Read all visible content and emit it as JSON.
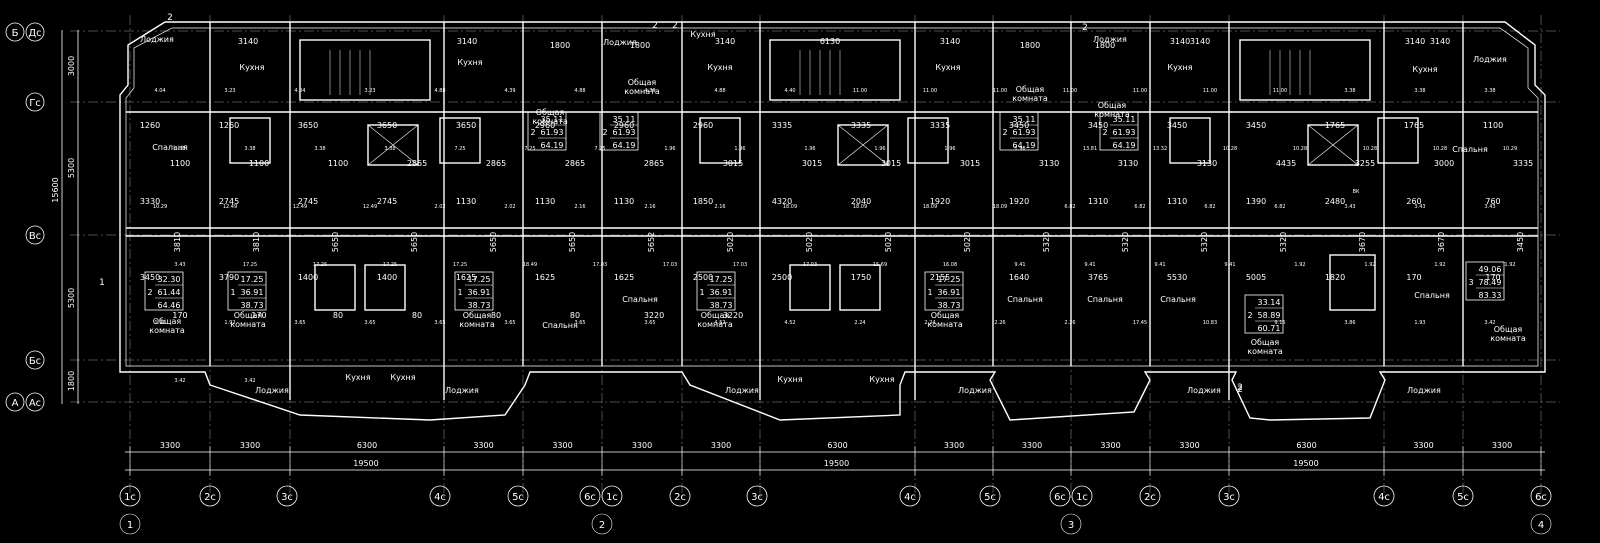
{
  "labels": {
    "loggia": "Лоджия",
    "kitchen": "Кухня",
    "bedroom": "Спальня",
    "common_room_1": "Общая",
    "common_room_2": "комната"
  },
  "axes_rows": {
    "top_pair": [
      "Б",
      "Дс"
    ],
    "row_g": "Гс",
    "row_v": "Вс",
    "row_b": "Бс",
    "bottom_pair": [
      "А",
      "Ас"
    ]
  },
  "axes_cols": {
    "marks": [
      "1с",
      "2с",
      "3с",
      "4с",
      "5с",
      "6с",
      "1с",
      "2с",
      "3с",
      "4с",
      "5с",
      "6с",
      "1с",
      "2с",
      "3с",
      "4с",
      "5с",
      "6с"
    ],
    "circles": [
      "1",
      "2",
      "3",
      "4"
    ]
  },
  "dims_left": {
    "segments": [
      "3000",
      "5300",
      "5300",
      "1800"
    ],
    "total": "15600"
  },
  "dims_bottom": {
    "segments": [
      "3300",
      "3300",
      "6300",
      "3300",
      "3300",
      "3300",
      "3300",
      "6300",
      "3300",
      "3300",
      "3300",
      "3300",
      "6300",
      "3300",
      "3300"
    ],
    "totals": [
      "19500",
      "19500",
      "19500"
    ]
  },
  "dims_plan": {
    "top": [
      "3140",
      "3140",
      "3140",
      "3140",
      "3140",
      "3140",
      "3140",
      "3140",
      "1800",
      "1800",
      "1800",
      "1800",
      "6130"
    ],
    "inner": [
      "1260",
      "1260",
      "3650",
      "3650",
      "3650",
      "2960",
      "2960",
      "2960",
      "3335",
      "3335",
      "3335",
      "3450",
      "3450",
      "3450",
      "3450",
      "1765",
      "1765",
      "1100",
      "1100",
      "1100",
      "1100",
      "2865",
      "2865",
      "2865",
      "2865",
      "3015",
      "3015",
      "3015",
      "3015",
      "3130",
      "3130",
      "3130",
      "4435",
      "3255",
      "3000",
      "3335",
      "3330",
      "2745",
      "2745",
      "2745",
      "1130",
      "1130",
      "1130",
      "1850",
      "4320",
      "2040",
      "1920",
      "1920",
      "1310",
      "1310",
      "1390",
      "2480",
      "260",
      "760",
      "3810",
      "3810",
      "5650",
      "5650",
      "5650",
      "5650",
      "5652",
      "5020",
      "5020",
      "5020",
      "5020",
      "5320",
      "5320",
      "5320",
      "5320",
      "3670",
      "3670",
      "3450",
      "3450",
      "3790",
      "1400",
      "1400",
      "1625",
      "1625",
      "1625",
      "2500",
      "2500",
      "1750",
      "2155",
      "1640",
      "3765",
      "5530",
      "5005",
      "1820",
      "170",
      "170",
      "170",
      "170",
      "80",
      "80",
      "80",
      "80",
      "3220",
      "3220"
    ],
    "markers": [
      "2",
      "2",
      "2",
      "2",
      "2",
      "1",
      "2"
    ]
  },
  "apartments": [
    {
      "rooms": "2",
      "a": "32.30",
      "b": "61.44",
      "c": "64.46"
    },
    {
      "rooms": "1",
      "a": "17.25",
      "b": "36.91",
      "c": "38.73"
    },
    {
      "rooms": "1",
      "a": "17.25",
      "b": "36.91",
      "c": "38.73"
    },
    {
      "rooms": "2",
      "a": "35.11",
      "b": "61.93",
      "c": "64.19"
    },
    {
      "rooms": "2",
      "a": "35.11",
      "b": "61.93",
      "c": "64.19"
    },
    {
      "rooms": "1",
      "a": "17.25",
      "b": "36.91",
      "c": "38.73"
    },
    {
      "rooms": "1",
      "a": "17.25",
      "b": "36.91",
      "c": "38.73"
    },
    {
      "rooms": "2",
      "a": "35.11",
      "b": "61.93",
      "c": "64.19"
    },
    {
      "rooms": "2",
      "a": "35.11",
      "b": "61.93",
      "c": "64.19"
    },
    {
      "rooms": "2",
      "a": "33.14",
      "b": "58.89",
      "c": "60.71"
    },
    {
      "rooms": "3",
      "a": "49.06",
      "b": "78.49",
      "c": "83.33"
    }
  ],
  "room_areas": [
    "4.04",
    "3.23",
    "4.04",
    "3.23",
    "4.88",
    "4.39",
    "4.88",
    "4.39",
    "4.88",
    "4.40",
    "11.00",
    "11.00",
    "11.00",
    "11.00",
    "11.00",
    "11.00",
    "11.00",
    "3.38",
    "3.38",
    "3.38",
    "3.38",
    "3.38",
    "3.38",
    "3.38",
    "7.25",
    "7.25",
    "7.25",
    "1.96",
    "1.96",
    "1.96",
    "1.96",
    "1.96",
    "1.96",
    "13.81",
    "13.32",
    "10.28",
    "10.28",
    "10.28",
    "10.28",
    "10.29",
    "10.29",
    "12.49",
    "12.49",
    "12.49",
    "2.02",
    "2.02",
    "2.16",
    "2.16",
    "2.16",
    "18.09",
    "18.09",
    "18.09",
    "18.09",
    "6.82",
    "6.82",
    "6.82",
    "6.82",
    "3.43",
    "3.43",
    "3.43",
    "3.43",
    "17.25",
    "17.25",
    "17.25",
    "17.25",
    "18.49",
    "17.03",
    "17.03",
    "17.03",
    "17.03",
    "15.69",
    "16.08",
    "9.41",
    "9.41",
    "9.41",
    "9.41",
    "1.92",
    "1.92",
    "1.92",
    "1.92",
    "1.92",
    "1.92",
    "3.65",
    "3.65",
    "3.65",
    "3.65",
    "3.65",
    "3.65",
    "4.52",
    "4.52",
    "2.24",
    "2.24",
    "2.26",
    "2.26",
    "17.45",
    "10.83",
    "9.15",
    "3.86",
    "1.93",
    "3.42",
    "3.42",
    "3.42"
  ],
  "misc": {
    "vk": "ВК"
  }
}
